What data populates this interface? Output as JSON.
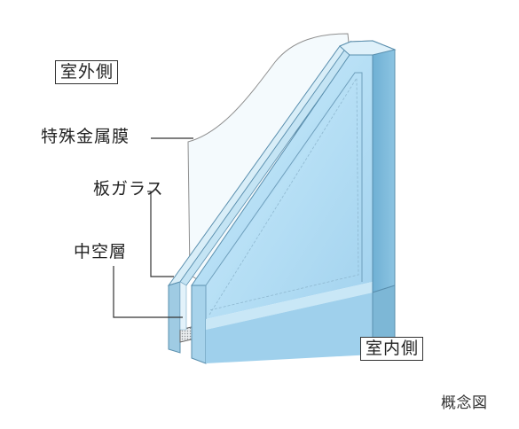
{
  "labels": {
    "outdoor": "室外側",
    "indoor": "室内側",
    "film": "特殊金属膜",
    "glass": "板ガラス",
    "air_layer": "中空層"
  },
  "caption": "概念図",
  "colors": {
    "glass_face": "#bfe3f6",
    "glass_face_deep": "#9fd0ee",
    "glass_edge": "#8fc9e8",
    "glass_side": "#7fb8d6",
    "spacer": "#c7ccd0",
    "film_outline": "#9a9a9a",
    "leader_line": "#333333"
  }
}
